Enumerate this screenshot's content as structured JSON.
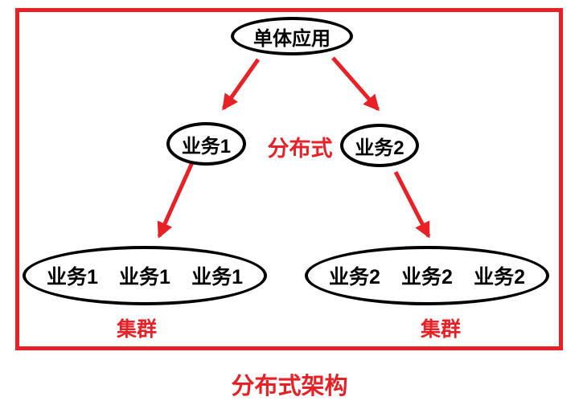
{
  "diagram": {
    "caption": "分布式架构",
    "labels": {
      "distributed": "分布式",
      "cluster_left": "集群",
      "cluster_right": "集群"
    },
    "nodes": {
      "root": "单体应用",
      "service1": "业务1",
      "service2": "业务2",
      "cluster1_items": [
        "业务1",
        "业务1",
        "业务1"
      ],
      "cluster2_items": [
        "业务2",
        "业务2",
        "业务2"
      ]
    },
    "colors": {
      "accent_red": "#e82127",
      "node_stroke": "#000000",
      "background": "#ffffff"
    }
  }
}
